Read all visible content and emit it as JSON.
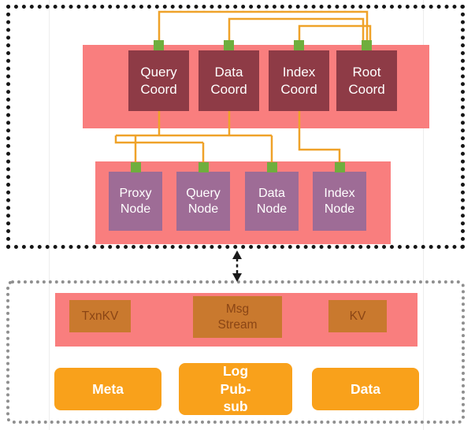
{
  "colors": {
    "band_pink": "#F97E7E",
    "coordinator_box": "#8E3B46",
    "node_box": "#9E6C96",
    "connector_port_green": "#6FAE3E",
    "wire_orange": "#EFA229",
    "service_box": "#C9792E",
    "service_text": "#8A4515",
    "store_box_orange": "#F9A11B",
    "top_frame_border": "#161616",
    "bottom_frame_border": "#8f8f8f"
  },
  "top_section": {
    "coordinators": [
      {
        "label": "Query Coord"
      },
      {
        "label": "Data Coord"
      },
      {
        "label": "Index Coord"
      },
      {
        "label": "Root Coord"
      }
    ],
    "nodes": [
      {
        "label": "Proxy Node"
      },
      {
        "label": "Query Node"
      },
      {
        "label": "Data Node"
      },
      {
        "label": "Index Node"
      }
    ]
  },
  "bottom_section": {
    "services": [
      {
        "label": "TxnKV"
      },
      {
        "label": "Msg Stream"
      },
      {
        "label": "KV"
      }
    ],
    "stores": [
      {
        "label": "Meta"
      },
      {
        "label": "Log Pub-sub"
      },
      {
        "label": "Data"
      }
    ]
  }
}
